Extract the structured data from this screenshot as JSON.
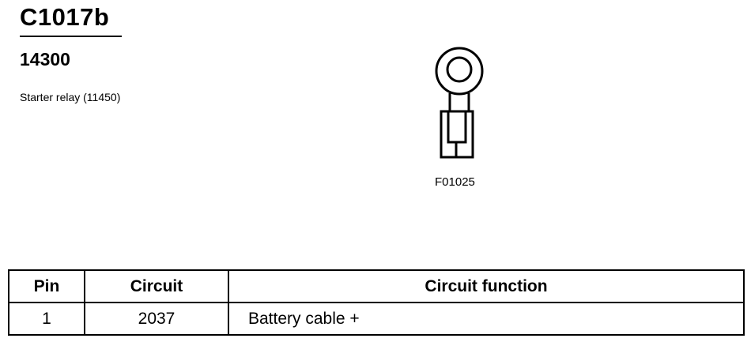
{
  "connector": {
    "id": "C1017b",
    "part_number": "14300",
    "description": "Starter relay (11450)",
    "figure_code": "F01025",
    "figure_icon": "ring-terminal-icon"
  },
  "pin_table": {
    "headers": {
      "pin": "Pin",
      "circuit": "Circuit",
      "circuit_function": "Circuit function"
    },
    "rows": [
      {
        "pin": "1",
        "circuit": "2037",
        "circuit_function": "Battery cable +"
      }
    ]
  }
}
